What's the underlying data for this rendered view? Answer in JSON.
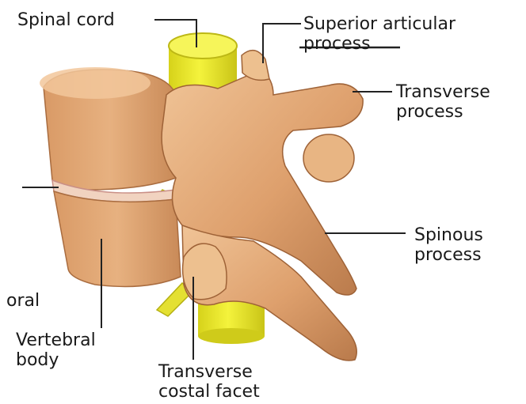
{
  "labels": {
    "spinal_cord": "Spinal cord",
    "superior_articular_line1": "Superior articular",
    "superior_articular_line2": "process",
    "transverse_process_line1": "Transverse",
    "transverse_process_line2": "process",
    "spinous_process_line1": "Spinous",
    "spinous_process_line2": "process",
    "partial_left_label": "oral",
    "vertebral_body_line1": "Vertebral",
    "vertebral_body_line2": "body",
    "transverse_costal_facet_line1": "Transverse",
    "transverse_costal_facet_line2": "costal facet"
  },
  "colors": {
    "bone": "#e2a877",
    "bone_shadow": "#b97a4b",
    "bone_highlight": "#f3cfa6",
    "spinal_cord": "#ecec2c",
    "leader_line": "#222222",
    "disc": "#f1d3c0"
  }
}
